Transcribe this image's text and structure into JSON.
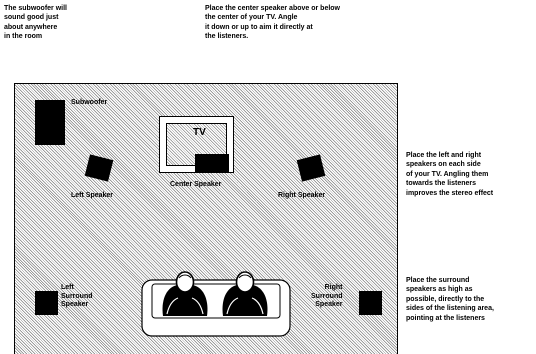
{
  "notes": {
    "subwoofer": "The subwoofer will\nsound good just\nabout anywhere\nin the room",
    "center": "Place the center speaker above or below\nthe center of your TV. Angle\nit down or up to aim it directly at\nthe listeners.",
    "left_right": "Place the left and right\nspeakers on each side\nof your TV. Angling them\ntowards the listeners\nimproves the stereo effect",
    "surround": "Place the surround\nspeakers as high as\npossible, directly to the\nsides of the listening area,\npointing at the listeners"
  },
  "labels": {
    "subwoofer": "Subwoofer",
    "tv": "TV",
    "center_speaker": "Center Speaker",
    "left_speaker": "Left Speaker",
    "right_speaker": "Right Speaker",
    "left_surround": "Left\nSurround\nSpeaker",
    "right_surround": "Right\nSurround\nSpeaker"
  }
}
